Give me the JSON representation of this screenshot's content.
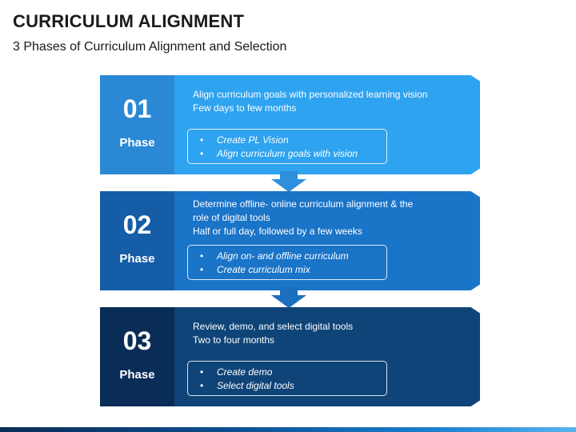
{
  "title": "CURRICULUM ALIGNMENT",
  "subtitle": "3 Phases of Curriculum Alignment and Selection",
  "phases": [
    {
      "number": "01",
      "label": "Phase",
      "description_lines": [
        "Align curriculum goals with personalized learning vision",
        "Few days to few months"
      ],
      "bullets": [
        "Create PL Vision",
        "Align curriculum goals with vision"
      ],
      "left_color": "#2b88d4",
      "right_color": "#2ea3ef"
    },
    {
      "number": "02",
      "label": "Phase",
      "description_lines": [
        "Determine offline- online curriculum alignment & the",
        "role of digital tools",
        "Half or full day, followed by a few weeks"
      ],
      "bullets": [
        "Align on- and offline curriculum",
        "Create curriculum mix"
      ],
      "left_color": "#155da6",
      "right_color": "#1a74c8"
    },
    {
      "number": "03",
      "label": "Phase",
      "description_lines": [
        "Review, demo, and select digital tools",
        "Two to four months"
      ],
      "bullets": [
        "Create demo",
        "Select digital tools"
      ],
      "left_color": "#0a2d57",
      "right_color": "#0f4478"
    }
  ],
  "arrow_colors": [
    "#2e8fdc",
    "#1a6fbf"
  ]
}
